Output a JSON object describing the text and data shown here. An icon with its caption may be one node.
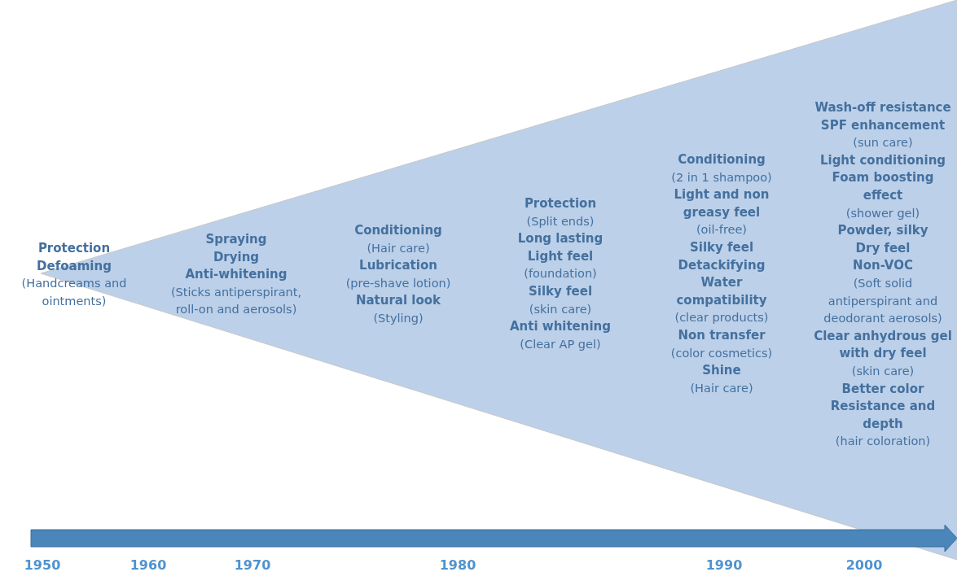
{
  "diagram": {
    "labels": [
      "Protection",
      "Defoaming",
      "(Handcreams and ointments)",
      "Spraying",
      "Drying",
      "Anti-whitening",
      "(Sticks antiperspirant, roll-on and aerosols)",
      "Conditioning",
      "(Hair care)",
      "Lubrication",
      "(pre-shave lotion)",
      "Natural look",
      "(Styling)",
      "Protection",
      "(Split ends)",
      "Long lasting",
      "Light feel",
      "(foundation)",
      "Silky feel",
      "(skin care)",
      "Anti whitening",
      "(Clear AP gel)",
      "Conditioning",
      "(2 in 1 shampoo)",
      "Light and non greasy feel",
      "(oil-free)",
      "Silky feel",
      "Detackifying",
      "Water compatibility",
      "(clear products)",
      "Non transfer",
      "(color cosmetics)",
      "Shine",
      "(Hair care)",
      "Wash-off resistance",
      "SPF enhancement",
      "(sun care)",
      "Light conditioning",
      "Foam boosting effect",
      "(shower gel)",
      "Powder, silky",
      "Dry feel",
      "Non-VOC",
      "(Soft solid antiperspirant and deodorant aerosols)",
      "Clear anhydrous gel with dry feel",
      "(skin care)",
      "Better color Resistance and depth",
      "(hair coloration)",
      "1950",
      "1960",
      "1970",
      "1980",
      "1990",
      "2000"
    ]
  }
}
